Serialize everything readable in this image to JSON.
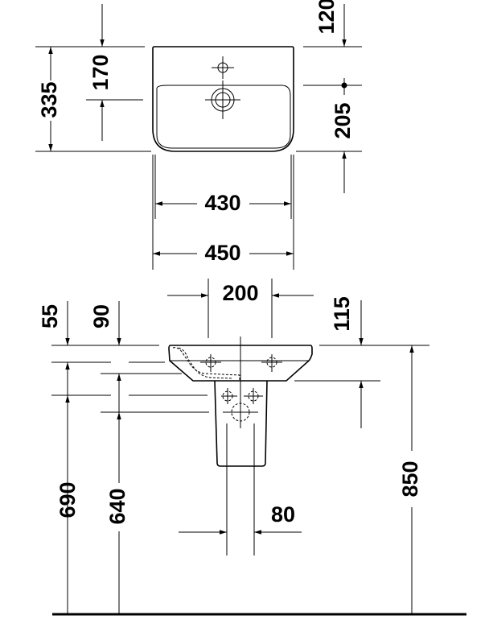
{
  "dimensions": {
    "top_view": {
      "depth_total": "335",
      "tap_to_front": "170",
      "wall_to_tap": "120",
      "drain_offset": "205",
      "inner_width": "430",
      "outer_width": "450"
    },
    "side_view": {
      "fixing_spacing": "200",
      "rim_to_fix1": "55",
      "rim_to_fix2": "90",
      "basin_height": "115",
      "fix1_height": "690",
      "fix2_height": "640",
      "rim_height": "850",
      "pedestal_pipe": "80"
    }
  }
}
